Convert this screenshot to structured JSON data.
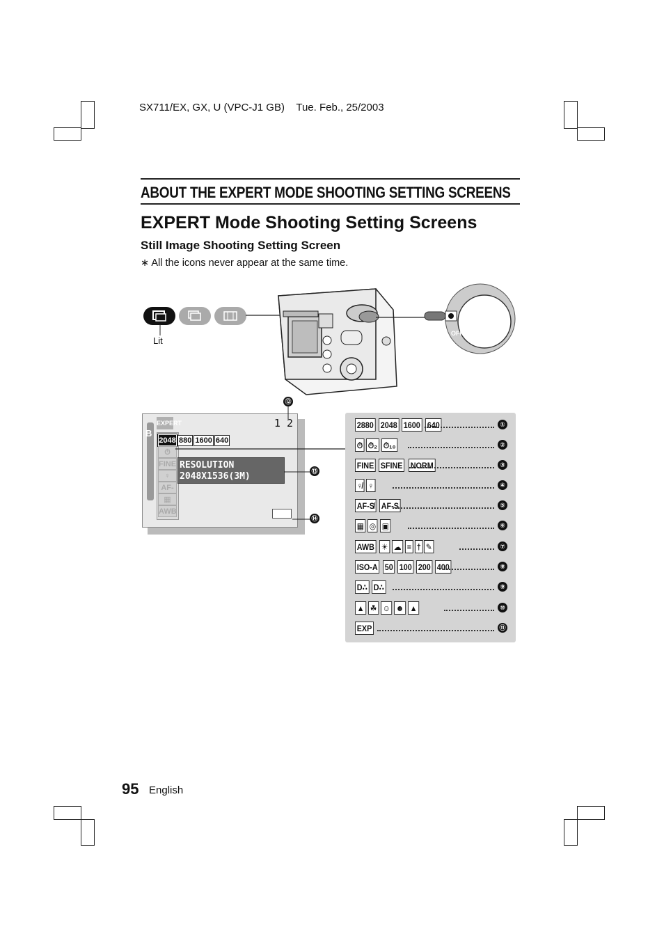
{
  "header": {
    "doc_info": "SX711/EX, GX, U (VPC-J1 GB)    Tue. Feb., 25/2003"
  },
  "section_banner": "ABOUT THE EXPERT MODE SHOOTING SETTING SCREENS",
  "page_title": "EXPERT Mode Shooting Setting Screens",
  "subtitle": "Still Image Shooting Setting Screen",
  "note": "∗ All the icons never appear at the same time.",
  "mode_lamp_label": "Lit",
  "lcd": {
    "expert_tag": "EXPERT",
    "side_letter": "B",
    "shot_count": "1 2",
    "column_icons": [
      "2048",
      "⏱",
      "FINE",
      "♀",
      "AF-S",
      "▦",
      "AWB"
    ],
    "resolution_options": [
      "880",
      "1600",
      "640"
    ],
    "resolution_title": "RESOLUTION",
    "resolution_value": "2048X1536(3M)"
  },
  "callouts": {
    "c12": "⑫",
    "c13": "⑬",
    "c14": "⑭"
  },
  "legend": [
    {
      "num": "①",
      "chips": [
        "2880",
        "2048",
        "1600",
        "640"
      ]
    },
    {
      "num": "②",
      "chips": [
        "⏱",
        "⏱₂",
        "⏱₁₀"
      ]
    },
    {
      "num": "③",
      "chips": [
        "FINE",
        "SFINE",
        "NORM"
      ]
    },
    {
      "num": "④",
      "chips": [
        "♀̸",
        "♀"
      ]
    },
    {
      "num": "⑤",
      "chips": [
        "AF-S̸",
        "AF-S"
      ]
    },
    {
      "num": "⑥",
      "chips": [
        "▦",
        "◎",
        "▣"
      ]
    },
    {
      "num": "⑦",
      "chips": [
        "AWB",
        "☀",
        "☁",
        "≡",
        "†",
        "✎"
      ]
    },
    {
      "num": "⑧",
      "chips": [
        "ISO-A",
        "50",
        "100",
        "200",
        "400"
      ]
    },
    {
      "num": "⑨",
      "chips": [
        "D∴",
        "D∴"
      ]
    },
    {
      "num": "⑩",
      "chips": [
        "▲",
        "☘",
        "☺",
        "☻",
        "▲"
      ]
    },
    {
      "num": "⑪",
      "chips": [
        "EXP"
      ]
    }
  ],
  "footer": {
    "page_number": "95",
    "language": "English"
  }
}
